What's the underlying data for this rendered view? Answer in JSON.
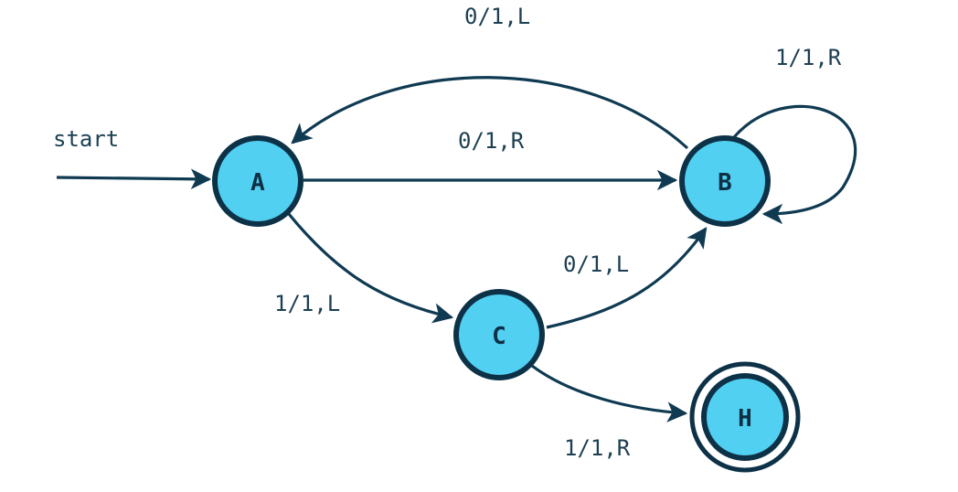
{
  "start_label": "start",
  "states": {
    "A": "A",
    "B": "B",
    "C": "C",
    "H": "H"
  },
  "accepting_state": "H",
  "transitions": {
    "b_to_a": "0/1,L",
    "b_loop": "1/1,R",
    "a_to_b": "0/1,R",
    "c_to_b": "0/1,L",
    "a_to_c": "1/1,L",
    "c_to_h": "1/1,R"
  },
  "colors": {
    "node_fill": "#52d0f2",
    "node_stroke": "#0d3147",
    "edge": "#0f3a52"
  }
}
